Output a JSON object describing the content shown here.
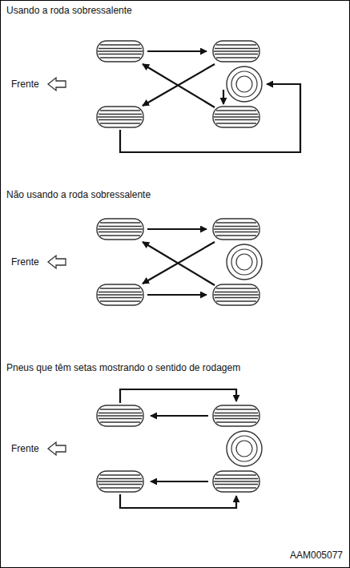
{
  "diagram": {
    "labels": [
      "Usando a roda sobressalente",
      "Frente",
      "Não usando a roda sobressalente",
      "Frente",
      "Pneus que têm setas mostrando o sentido de rodagem",
      "Frente",
      "AAM005077"
    ]
  }
}
